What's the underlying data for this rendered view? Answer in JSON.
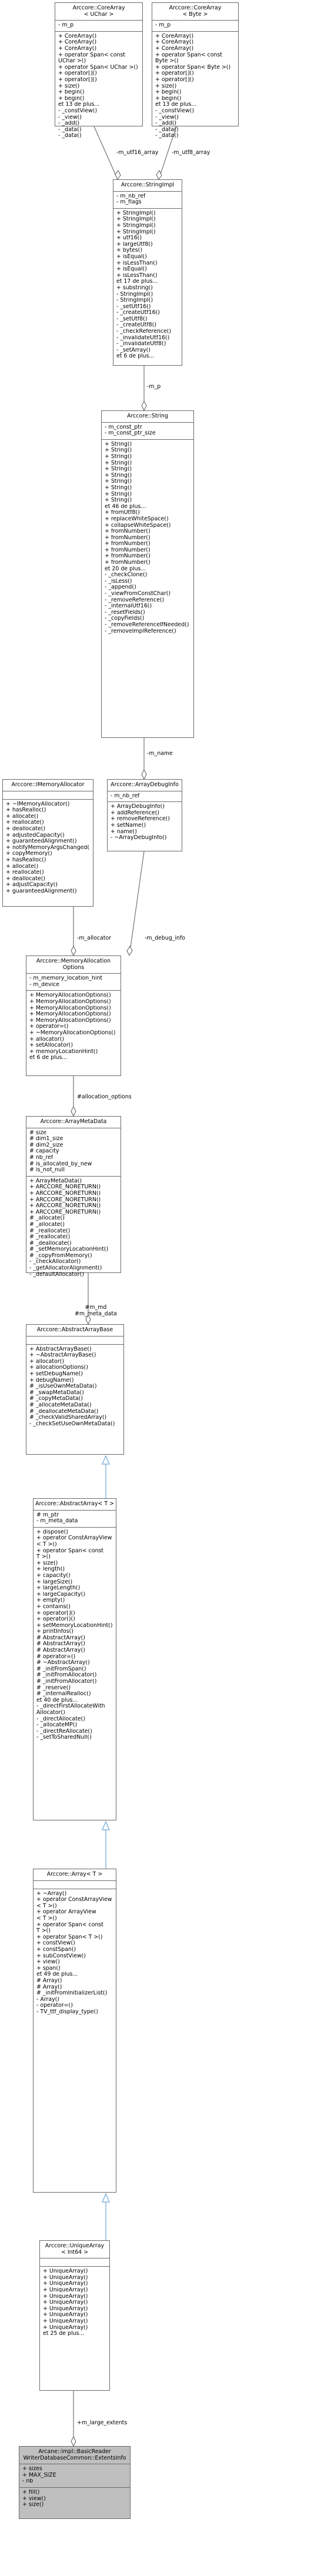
{
  "boxes": {
    "corearray_uchar": {
      "title": "Arccore::CoreArray\n< UChar >",
      "attributes": [
        "- m_p"
      ],
      "operations": [
        "+ CoreArray()",
        "+ CoreArray()",
        "+ CoreArray()",
        "+ operator Span< const",
        "  UChar >()",
        "+ operator Span< UChar >()",
        "+ operator[]()",
        "+ operator[]()",
        "+ size()",
        "+ begin()",
        "+ begin()",
        "et 13 de plus...",
        "- _constView()",
        "- _view()",
        "- _add()",
        "- _data()",
        "- _data()"
      ]
    },
    "corearray_byte": {
      "title": "Arccore::CoreArray\n< Byte >",
      "attributes": [
        "- m_p"
      ],
      "operations": [
        "+ CoreArray()",
        "+ CoreArray()",
        "+ CoreArray()",
        "+ operator Span< const",
        "  Byte >()",
        "+ operator Span< Byte >()",
        "+ operator[]()",
        "+ operator[]()",
        "+ size()",
        "+ begin()",
        "+ begin()",
        "et 13 de plus...",
        "- _constView()",
        "- _view()",
        "- _add()",
        "- _data()",
        "- _data()"
      ]
    },
    "stringimpl": {
      "title": "Arccore::StringImpl",
      "attributes": [
        "- m_nb_ref",
        "- m_flags"
      ],
      "operations": [
        "+ StringImpl()",
        "+ StringImpl()",
        "+ StringImpl()",
        "+ StringImpl()",
        "+ utf16()",
        "+ largeUtf8()",
        "+ bytes()",
        "+ isEqual()",
        "+ isLessThan()",
        "+ isEqual()",
        "+ isLessThan()",
        "et 17 de plus...",
        "+ substring()",
        "- StringImpl()",
        "- StringImpl()",
        "- _setUtf16()",
        "- _createUtf16()",
        "- _setUtf8()",
        "- _createUtf8()",
        "- _checkReference()",
        "- _invalidateUtf16()",
        "- _invalidateUtf8()",
        "- _setArray()",
        "et 6 de plus..."
      ]
    },
    "string": {
      "title": "Arccore::String",
      "attributes": [
        "- m_const_ptr",
        "- m_const_ptr_size"
      ],
      "operations": [
        "+ String()",
        "+ String()",
        "+ String()",
        "+ String()",
        "+ String()",
        "+ String()",
        "+ String()",
        "+ String()",
        "+ String()",
        "+ String()",
        "et 46 de plus...",
        "+ fromUtf8()",
        "+ replaceWhiteSpace()",
        "+ collapseWhiteSpace()",
        "+ fromNumber()",
        "+ fromNumber()",
        "+ fromNumber()",
        "+ fromNumber()",
        "+ fromNumber()",
        "+ fromNumber()",
        "et 20 de plus...",
        "- _checkClone()",
        "- _isLess()",
        "- _append()",
        "- _viewFromConstChar()",
        "- _removeReference()",
        "- _internalUtf16()",
        "- _resetFields()",
        "- _copyFields()",
        "- _removeReferenceIfNeeded()",
        "- _removeImplReference()"
      ]
    },
    "imemoryallocator": {
      "title": "Arccore::IMemoryAllocator",
      "attributes": [],
      "operations": [
        "+ ~IMemoryAllocator()",
        "+ hasRealloc()",
        "+ allocate()",
        "+ reallocate()",
        "+ deallocate()",
        "+ adjustedCapacity()",
        "+ guaranteedAlignment()",
        "+ notifyMemoryArgsChanged()",
        "+ copyMemory()",
        "+ hasRealloc()",
        "+ allocate()",
        "+ reallocate()",
        "+ deallocate()",
        "+ adjustCapacity()",
        "+ guaranteedAlignment()"
      ]
    },
    "arraydebuginfo": {
      "title": "Arccore::ArrayDebugInfo",
      "attributes": [
        "- m_nb_ref"
      ],
      "operations": [
        "+ ArrayDebugInfo()",
        "+ addReference()",
        "+ removeReference()",
        "+ setName()",
        "+ name()",
        "- ~ArrayDebugInfo()"
      ]
    },
    "memoryallocationoptions": {
      "title": "Arccore::MemoryAllocation\nOptions",
      "attributes": [
        "- m_memory_location_hint",
        "- m_device"
      ],
      "operations": [
        "+ MemoryAllocationOptions()",
        "+ MemoryAllocationOptions()",
        "+ MemoryAllocationOptions()",
        "+ MemoryAllocationOptions()",
        "+ MemoryAllocationOptions()",
        "+ operator=()",
        "+ ~MemoryAllocationOptions()",
        "+ allocator()",
        "+ setAllocator()",
        "+ memoryLocationHint()",
        "et 6 de plus..."
      ]
    },
    "arraymetadata": {
      "title": "Arccore::ArrayMetaData",
      "attributes": [
        "# size",
        "# dim1_size",
        "# dim2_size",
        "# capacity",
        "# nb_ref",
        "# is_allocated_by_new",
        "# is_not_null"
      ],
      "operations": [
        "+ ArrayMetaData()",
        "+ ARCCORE_NORETURN()",
        "+ ARCCORE_NORETURN()",
        "+ ARCCORE_NORETURN()",
        "+ ARCCORE_NORETURN()",
        "+ ARCCORE_NORETURN()",
        "# _allocate()",
        "# _allocate()",
        "# _reallocate()",
        "# _reallocate()",
        "# _deallocate()",
        "# _setMemoryLocationHint()",
        "# _copyFromMemory()",
        "- _checkAllocator()",
        "- _getAllocatorAlignment()",
        "- _defaultAllocator()"
      ]
    },
    "abstractarraybase": {
      "title": "Arccore::AbstractArrayBase",
      "attributes": [],
      "operations": [
        "+ AbstractArrayBase()",
        "+ ~AbstractArrayBase()",
        "+ allocator()",
        "+ allocationOptions()",
        "+ setDebugName()",
        "+ debugName()",
        "# _isUseOwnMetaData()",
        "# _swapMetaData()",
        "# _copyMetaData()",
        "# _allocateMetaData()",
        "# _deallocateMetaData()",
        "# _checkValidSharedArray()",
        "- _checkSetUseOwnMetaData()"
      ]
    },
    "abstractarray": {
      "title": "Arccore::AbstractArray< T >",
      "attributes": [
        "# m_ptr",
        "- m_meta_data"
      ],
      "operations": [
        "+ dispose()",
        "+ operator ConstArrayView",
        "  < T >()",
        "+ operator Span< const",
        "  T >()",
        "+ size()",
        "+ length()",
        "+ capacity()",
        "+ largeSize()",
        "+ largeLength()",
        "+ largeCapacity()",
        "+ empty()",
        "+ contains()",
        "+ operator[]()",
        "+ operator()()",
        "+ setMemoryLocationHint()",
        "+ printInfos()",
        "# AbstractArray()",
        "# AbstractArray()",
        "# AbstractArray()",
        "# operator=()",
        "# ~AbstractArray()",
        "# _initFromSpan()",
        "# _initFromAllocator()",
        "# _initFromAllocator()",
        "# _reserve()",
        "# _internalRealloc()",
        "et 40 de plus...",
        "- _directFirstAllocateWith",
        "  Allocator()",
        "- _directAllocate()",
        "- _allocateMP()",
        "- _directReAllocate()",
        "- _setToSharedNull()"
      ]
    },
    "array": {
      "title": "Arccore::Array< T >",
      "attributes": [],
      "operations": [
        "+ ~Array()",
        "+ operator ConstArrayView",
        "  < T >()",
        "+ operator ArrayView",
        "  < T >()",
        "+ operator Span< const",
        "  T >()",
        "+ operator Span< T >()",
        "+ constView()",
        "+ constSpan()",
        "+ subConstView()",
        "+ view()",
        "+ span()",
        "et 49 de plus...",
        "# Array()",
        "# Array()",
        "# _initFromInitializerList()",
        "- Array()",
        "- operator=()",
        "- TV_ttf_display_type()"
      ]
    },
    "uniquearray": {
      "title": "Arccore::UniqueArray\n< Int64 >",
      "attributes": [],
      "operations": [
        "+ UniqueArray()",
        "+ UniqueArray()",
        "+ UniqueArray()",
        "+ UniqueArray()",
        "+ UniqueArray()",
        "+ UniqueArray()",
        "+ UniqueArray()",
        "+ UniqueArray()",
        "+ UniqueArray()",
        "+ UniqueArray()",
        "et 25 de plus..."
      ]
    },
    "basicreader": {
      "title": "Arcane::impl::BasicReader\nWriterDatabaseCommon::ExtentsInfo",
      "attributes": [
        "+ sizes",
        "+ MAX_SIZE",
        "- nb"
      ],
      "operations": [
        "+ fill()",
        "+ view()",
        "+ size()"
      ]
    }
  },
  "edge_labels": {
    "m_utf16_array": "-m_utf16_array",
    "m_utf8_array": "-m_utf8_array",
    "m_p": "-m_p",
    "m_name": "-m_name",
    "m_allocator": "-m_allocator",
    "m_debug_info": "-m_debug_info",
    "allocation_options": "#allocation_options",
    "m_md": "#m_md\n#m_meta_data",
    "m_large_extents": "+m_large_extents"
  },
  "colors": {
    "border": "#6a6a6a",
    "composition_line": "#5a5a5a",
    "inheritance_line": "#6da7d8",
    "focus_fill": "#bfbfbf"
  }
}
